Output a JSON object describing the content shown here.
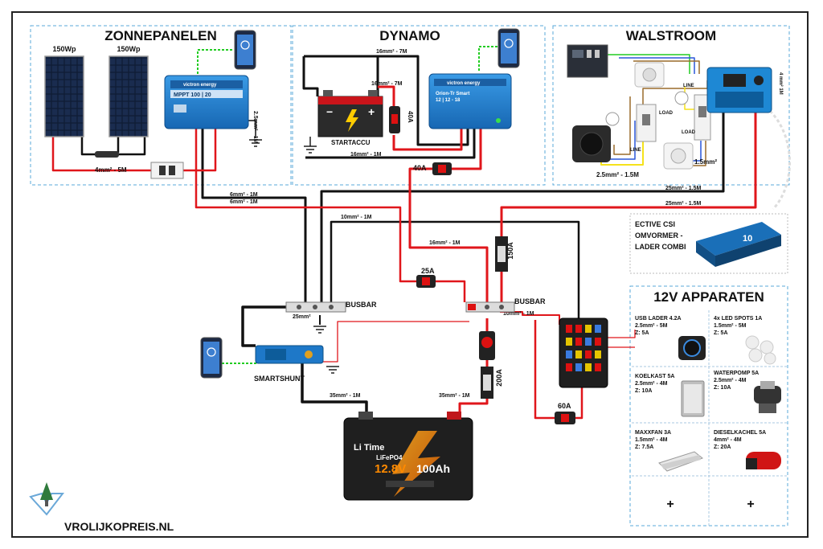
{
  "sections": {
    "solar": "ZONNEPANELEN",
    "dynamo": "DYNAMO",
    "shore": "WALSTROOM",
    "appliances": "12V APPARATEN"
  },
  "solar": {
    "panel_1": "150Wp",
    "panel_2": "150Wp",
    "controller_brand": "victron energy",
    "controller_model": "MPPT 100 | 20",
    "ground_wire": "2.5mm² - 1M",
    "panel_wire": "4mm² - 5M"
  },
  "dynamo": {
    "start_battery": "STARTACCU",
    "fuse_40a_top": "40A",
    "wire_top_1": "16mm² - 7M",
    "wire_top_2": "16mm² - 7M",
    "charger_brand": "victron energy",
    "charger_model": "Orion-Tr Smart",
    "charger_spec": "12 | 12 - 18",
    "wire_to_start": "16mm² - 1M"
  },
  "shore": {
    "label_line_1": "LINE",
    "label_load_1": "LOAD",
    "label_line_2": "LINE",
    "label_load_2": "LOAD",
    "wire_inlet": "2.5mm² - 1.5M",
    "wire_socket": "1.5mm²",
    "wire_inverter": "4 mm² 1M"
  },
  "inverter": {
    "label_1": "ECTIVE CSI",
    "label_2": "OMVORMER -",
    "label_3": "LADER COMBI",
    "badge": "10"
  },
  "wires": {
    "w_6mm_a": "6mm² - 1M",
    "w_6mm_b": "6mm² - 1M",
    "w_10mm": "10mm² - 1M",
    "w_16mm": "16mm² - 1M",
    "w_25mm_a": "25mm² - 1.5M",
    "w_25mm_b": "25mm² - 1.5M",
    "w_25mm_gnd": "25mm²",
    "w_10mm_fuse": "10mm² - 1M",
    "w_35mm_a": "35mm² - 1M",
    "w_35mm_b": "35mm² - 1M"
  },
  "fuses": {
    "f40a": "40A",
    "f25a": "25A",
    "f150a": "150A",
    "f200a": "200A",
    "f60a": "60A"
  },
  "busbars": {
    "negative": "BUSBAR",
    "positive": "BUSBAR"
  },
  "smartshunt": "SMARTSHUNT",
  "battery": {
    "brand": "Li Time",
    "chem": "LiFePO4",
    "voltage": "12.8V",
    "capacity": "100Ah"
  },
  "appliances": [
    {
      "name": "USB LADER 4.2A",
      "wire": "2.5mm² - 5M",
      "fuse": "Z: 5A"
    },
    {
      "name": "4x LED SPOTS 1A",
      "wire": "1.5mm² - 5M",
      "fuse": "Z: 5A"
    },
    {
      "name": "KOELKAST 5A",
      "wire": "2.5mm² - 4M",
      "fuse": "Z: 10A"
    },
    {
      "name": "WATERPOMP 5A",
      "wire": "2.5mm² - 4M",
      "fuse": "Z: 10A"
    },
    {
      "name": "MAXXFAN 3A",
      "wire": "1.5mm² - 4M",
      "fuse": "Z: 7.5A"
    },
    {
      "name": "DIESELKACHEL 5A",
      "wire": "4mm² - 4M",
      "fuse": "Z: 20A"
    }
  ],
  "plus_1": "+",
  "plus_2": "+",
  "brand": "VROLIJKOPREIS.NL",
  "colors": {
    "positive": "#e0161b",
    "negative": "#111111",
    "data_link": "#22cc22",
    "ac_yellow": "#f5e21b",
    "ac_blue": "#2a57d8",
    "victron_blue": "#1e78c8",
    "dashed_border": "#5aa9d9"
  }
}
